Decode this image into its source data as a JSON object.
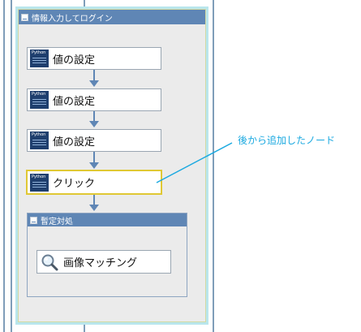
{
  "scope": {
    "title": "情報入力してログイン"
  },
  "nodes": [
    {
      "label": "値の設定",
      "icon": "python-icon",
      "icon_text": "Python"
    },
    {
      "label": "値の設定",
      "icon": "python-icon",
      "icon_text": "Python"
    },
    {
      "label": "値の設定",
      "icon": "python-icon",
      "icon_text": "Python"
    },
    {
      "label": "クリック",
      "icon": "python-icon",
      "icon_text": "Python",
      "selected": true
    }
  ],
  "inner_scope": {
    "title": "暫定対処",
    "node": {
      "label": "画像マッチング",
      "icon": "magnifier-icon"
    }
  },
  "annotation": {
    "text": "後から追加したノード",
    "color": "#1ba9e0"
  },
  "colors": {
    "header": "#5f86b5",
    "selected_border": "#e0c834",
    "scope_background": "#ebebeb"
  }
}
